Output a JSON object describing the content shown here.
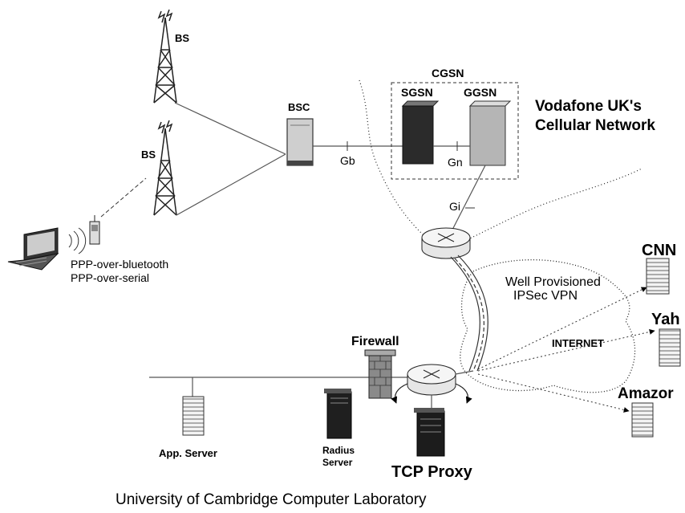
{
  "network": {
    "bs_top": "BS",
    "bs_bottom": "BS",
    "bsc": "BSC",
    "cgsn": "CGSN",
    "sgsn": "SGSN",
    "ggsn": "GGSN",
    "gb": "Gb",
    "gn": "Gn",
    "gi": "Gi",
    "vodafone_line1": "Vodafone UK's",
    "vodafone_line2": "Cellular Network"
  },
  "client": {
    "link_line1": "PPP-over-bluetooth",
    "link_line2": "PPP-over-serial"
  },
  "vpn": {
    "line1": "Well Provisioned",
    "line2": "IPSec VPN"
  },
  "internet": {
    "label": "INTERNET",
    "cnn": "CNN",
    "yahoo": "Yah",
    "amazon": "Amazor"
  },
  "lab": {
    "firewall": "Firewall",
    "app_server": "App. Server",
    "radius_line1": "Radius",
    "radius_line2": "Server",
    "tcp_proxy": "TCP Proxy"
  },
  "caption": "University of Cambridge Computer Laboratory",
  "colors": {
    "line": "#555555",
    "sgsn": "#2b2b2b",
    "ggsn": "#b5b5b5",
    "brick": "#8a8a8a"
  }
}
